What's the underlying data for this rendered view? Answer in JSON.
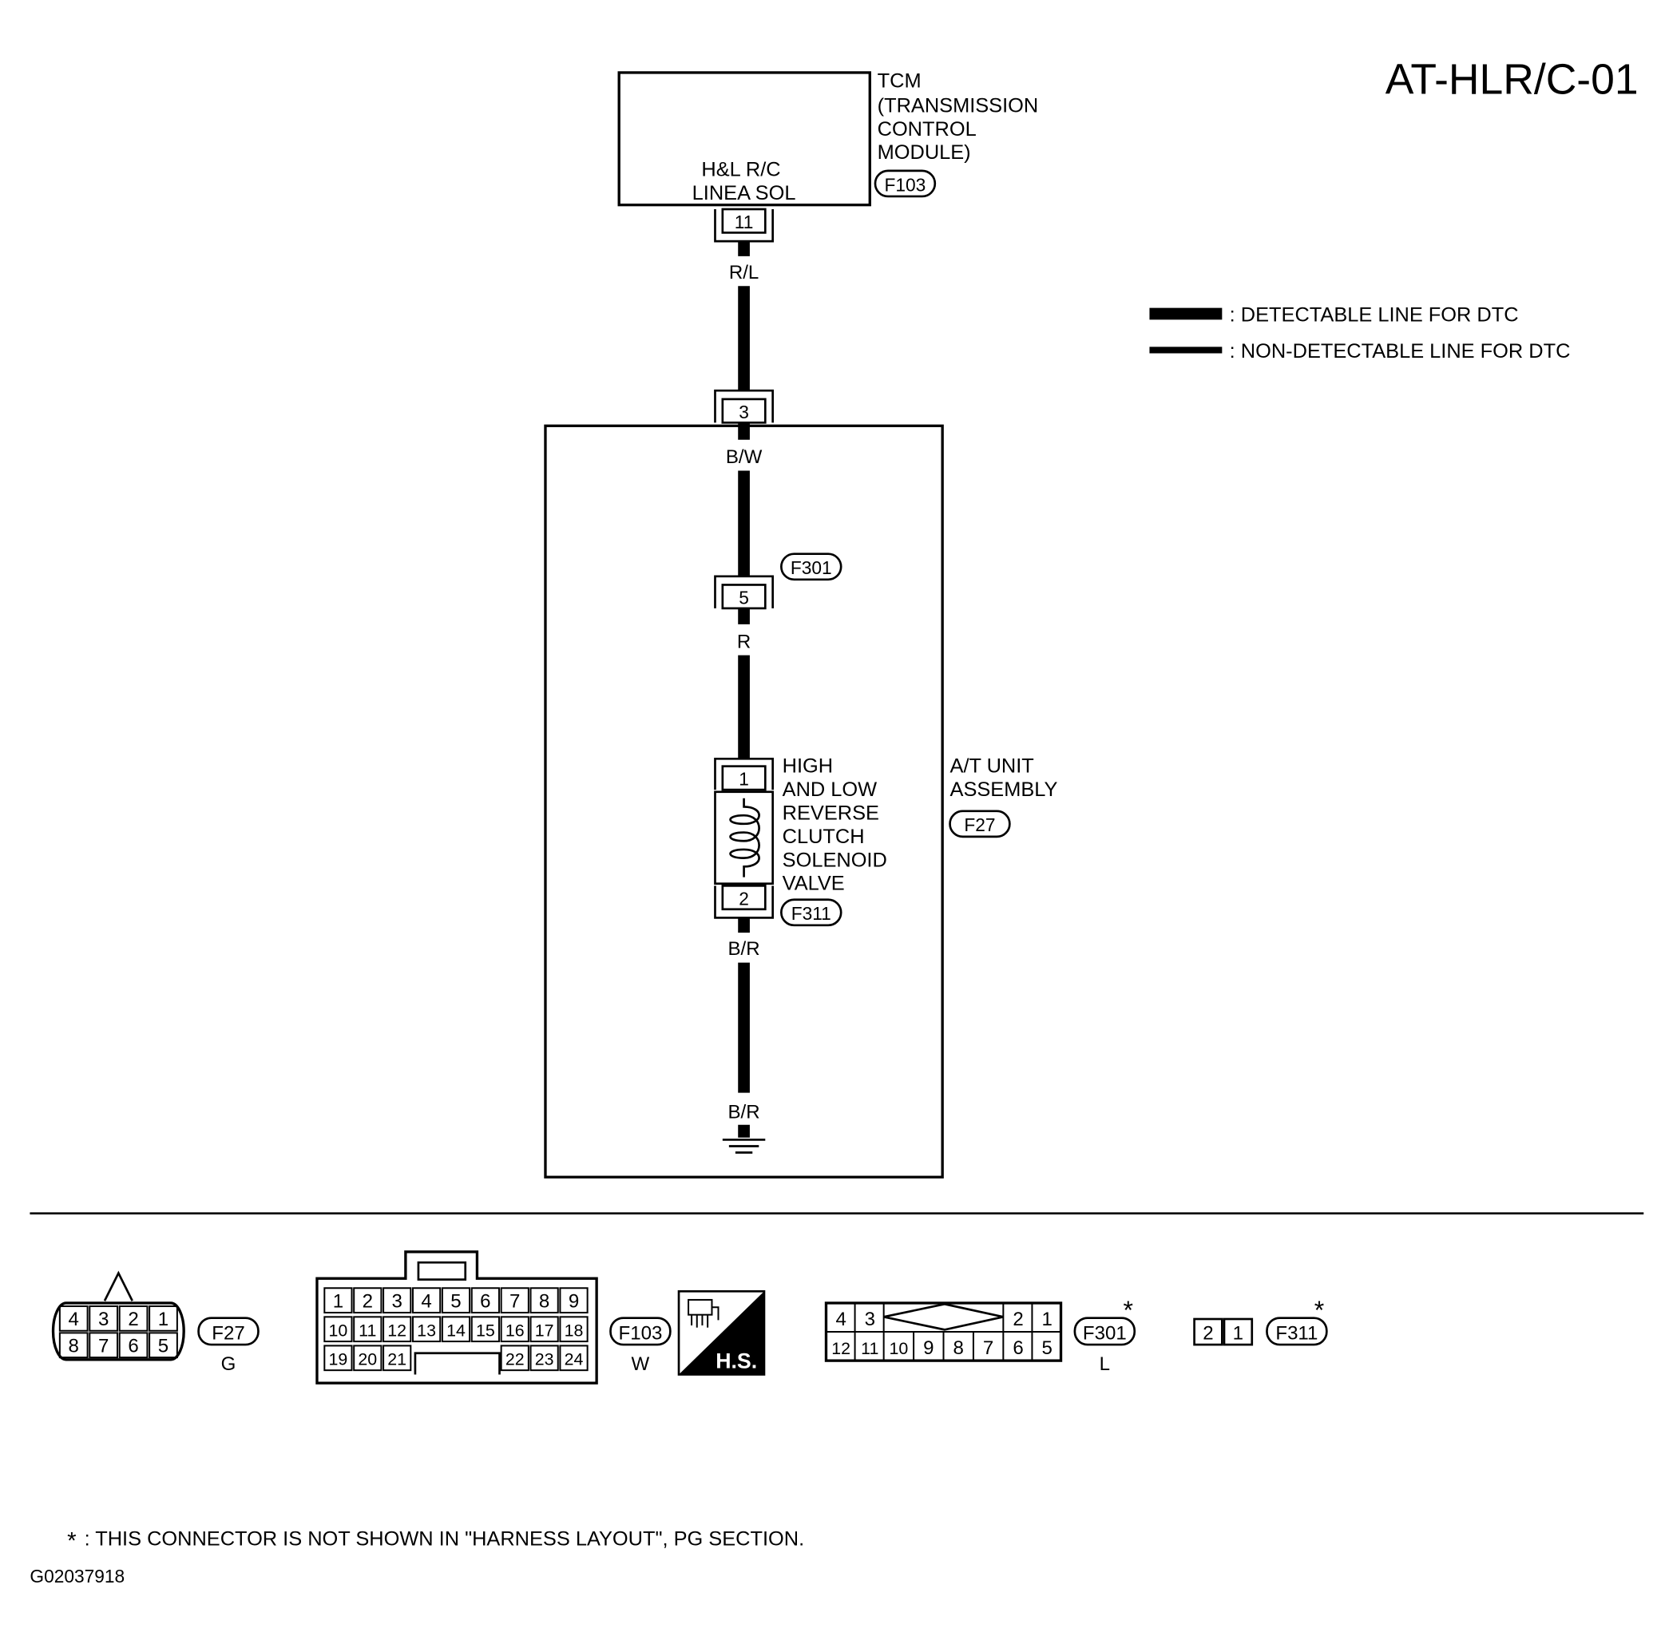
{
  "page_code": "AT-HLR/C-01",
  "tcm": {
    "label_lines": [
      "TCM",
      "(TRANSMISSION",
      " CONTROL",
      " MODULE)"
    ],
    "connector": "F103",
    "terminal_lines": [
      "H&L R/C",
      "LINEA SOL"
    ],
    "pin": "11"
  },
  "legend": {
    "detectable": ": DETECTABLE LINE FOR DTC",
    "non_detectable": ": NON-DETECTABLE LINE FOR DTC"
  },
  "wires": {
    "w1": "R/L",
    "w2": "B/W",
    "w3": "R",
    "w4": "B/R",
    "w5": "B/R"
  },
  "pins": {
    "p3": "3",
    "p5": "5",
    "p1": "1",
    "p2": "2"
  },
  "connectors": {
    "f301": "F301",
    "f311": "F311",
    "f27": "F27"
  },
  "solenoid": {
    "label_lines": [
      "HIGH",
      "AND LOW",
      "REVERSE",
      "CLUTCH",
      "SOLENOID",
      "VALVE"
    ]
  },
  "at_unit": {
    "label_lines": [
      "A/T UNIT",
      "ASSEMBLY"
    ]
  },
  "connector_views": {
    "f27": {
      "id": "F27",
      "color": "G",
      "top": [
        "4",
        "3",
        "2",
        "1"
      ],
      "bottom": [
        "8",
        "7",
        "6",
        "5"
      ]
    },
    "f103": {
      "id": "F103",
      "color": "W",
      "row1": [
        "1",
        "2",
        "3",
        "4",
        "5",
        "6",
        "7",
        "8",
        "9"
      ],
      "row2": [
        "10",
        "11",
        "12",
        "13",
        "14",
        "15",
        "16",
        "17",
        "18"
      ],
      "row3_left": [
        "19",
        "20",
        "21"
      ],
      "row3_right": [
        "22",
        "23",
        "24"
      ]
    },
    "hs": "H.S.",
    "f301": {
      "id": "F301",
      "color": "L",
      "top_left": [
        "4",
        "3"
      ],
      "top_right": [
        "2",
        "1"
      ],
      "bottom": [
        "12",
        "11",
        "10",
        "9",
        "8",
        "7",
        "6",
        "5"
      ]
    },
    "f311": {
      "id": "F311",
      "pins": [
        "2",
        "1"
      ]
    },
    "asterisk": "*"
  },
  "footnote": {
    "mark": "*",
    "text": ": THIS CONNECTOR IS NOT SHOWN IN \"HARNESS LAYOUT\", PG SECTION."
  },
  "figure_id": "G02037918"
}
